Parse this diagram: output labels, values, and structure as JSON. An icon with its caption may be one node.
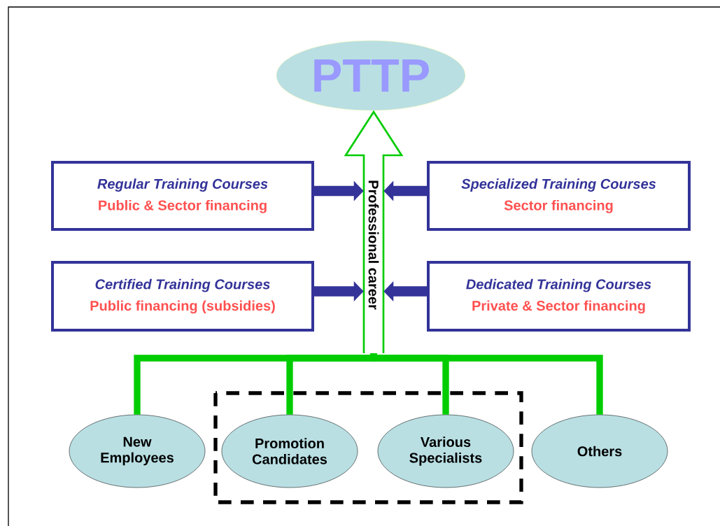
{
  "diagram": {
    "nodes": [
      {
        "text": [
          "PTTP"
        ]
      },
      {
        "text": [
          "Regular Training Courses",
          "Public & Sector financing"
        ]
      },
      {
        "text": [
          "Specialized Training Courses",
          "Sector financing"
        ]
      },
      {
        "text": [
          "Certified Training Courses",
          "Public financing (subsidies)"
        ]
      },
      {
        "text": [
          "Dedicated Training Courses",
          "Private & Sector financing"
        ]
      },
      {
        "text": [
          "Professional career"
        ]
      },
      {
        "text": [
          "New Employees"
        ]
      },
      {
        "text": [],
        "shape": "box"
      },
      {
        "text": [
          "Promotion Candidates"
        ],
        "in": 7
      },
      {
        "text": [
          "Various Specialists"
        ],
        "in": 7
      },
      {
        "text": [
          "Others"
        ]
      }
    ],
    "edges": [
      {
        "from": 1,
        "to": 5,
        "arrow": "to",
        "color": "#333399"
      },
      {
        "from": 2,
        "to": 5,
        "arrow": "to",
        "color": "#333399"
      },
      {
        "from": 3,
        "to": 5,
        "arrow": "to",
        "color": "#333399"
      },
      {
        "from": 4,
        "to": 5,
        "arrow": "to",
        "color": "#333399"
      },
      {
        "from": 6,
        "to": 5,
        "arrow": "none",
        "color": "#00cc00"
      },
      {
        "from": 8,
        "to": 5,
        "arrow": "none",
        "color": "#00cc00"
      },
      {
        "from": 9,
        "to": 5,
        "arrow": "none",
        "color": "#00cc00"
      },
      {
        "from": 10,
        "to": 5,
        "arrow": "none",
        "color": "#00cc00"
      }
    ]
  }
}
